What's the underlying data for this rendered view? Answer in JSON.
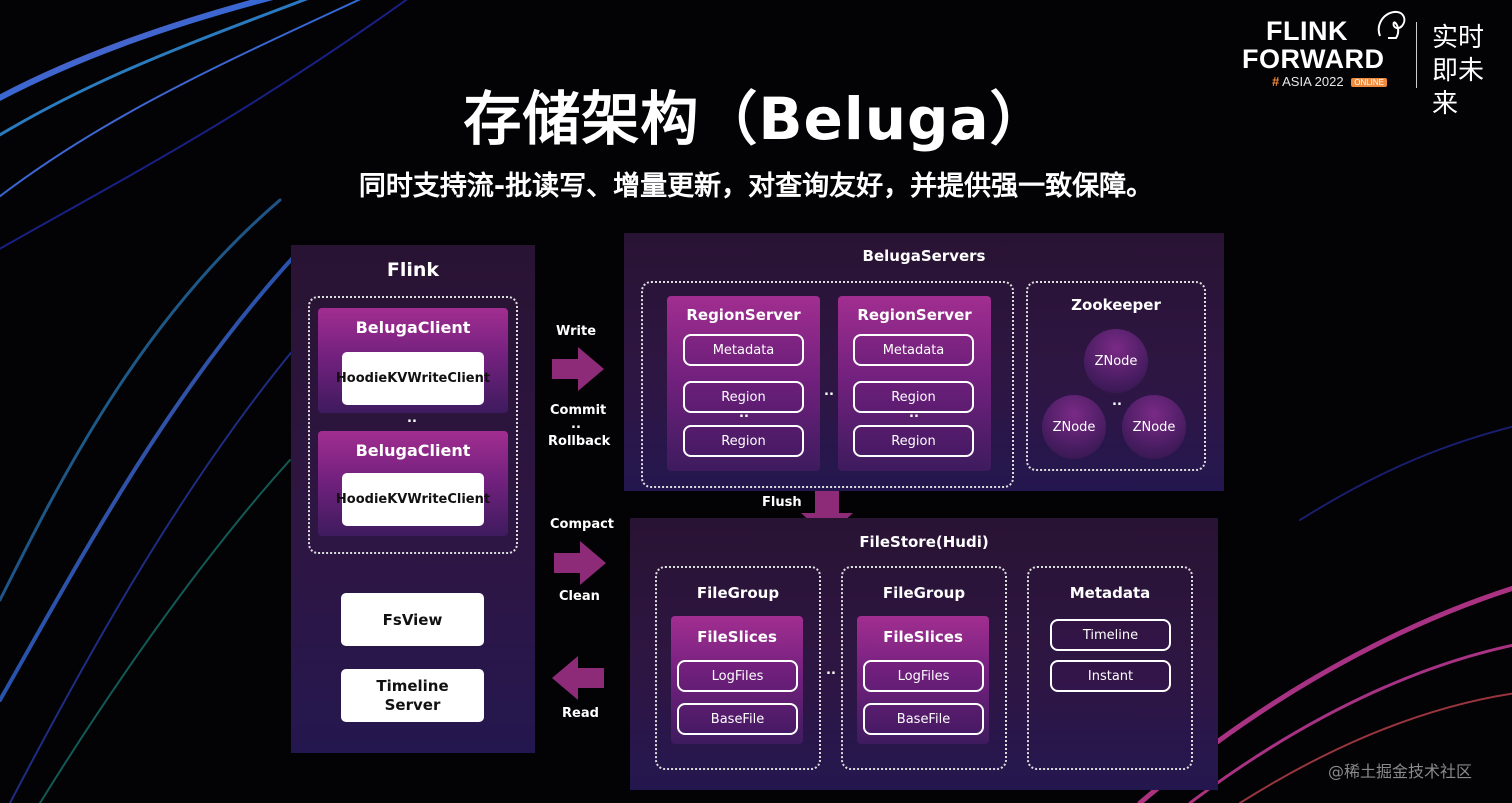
{
  "brand": {
    "line1": "FLINK",
    "line2": "FORWARD",
    "hash": "#",
    "event": "ASIA 2022",
    "badge": "ONLINE",
    "slogan": "实时即未来"
  },
  "title": "存储架构（Beluga）",
  "subtitle": "同时支持流-批读写、增量更新，对查询友好，并提供强一致保障。",
  "flink": {
    "title": "Flink",
    "client_title": "BelugaClient",
    "write_client": "HoodieKVWriteClient",
    "ellipsis": "..",
    "fsview": "FsView",
    "timeline_server": "Timeline Server"
  },
  "flows": {
    "write": "Write",
    "commit": "Commit",
    "between": "..",
    "rollback": "Rollback",
    "compact": "Compact",
    "clean": "Clean",
    "read": "Read",
    "flush": "Flush"
  },
  "beluga_servers": {
    "title": "BelugaServers",
    "region_server": "RegionServer",
    "metadata": "Metadata",
    "region": "Region",
    "ellipsis": "..",
    "zookeeper": "Zookeeper",
    "znode": "ZNode"
  },
  "filestore": {
    "title": "FileStore(Hudi)",
    "file_group": "FileGroup",
    "file_slices": "FileSlices",
    "log_files": "LogFiles",
    "base_file": "BaseFile",
    "ellipsis": "..",
    "metadata": "Metadata",
    "timeline": "Timeline",
    "instant": "Instant"
  },
  "watermark": "@稀土掘金技术社区",
  "colors": {
    "background": "#030204",
    "panel": "#2a1438",
    "magenta_box": "#8e2a8a",
    "arrow": "#8d2b79",
    "orange": "#f08a3c"
  },
  "icons": [
    "squirrel-logo-icon",
    "arrow-right-icon",
    "arrow-left-icon",
    "arrow-down-icon"
  ]
}
